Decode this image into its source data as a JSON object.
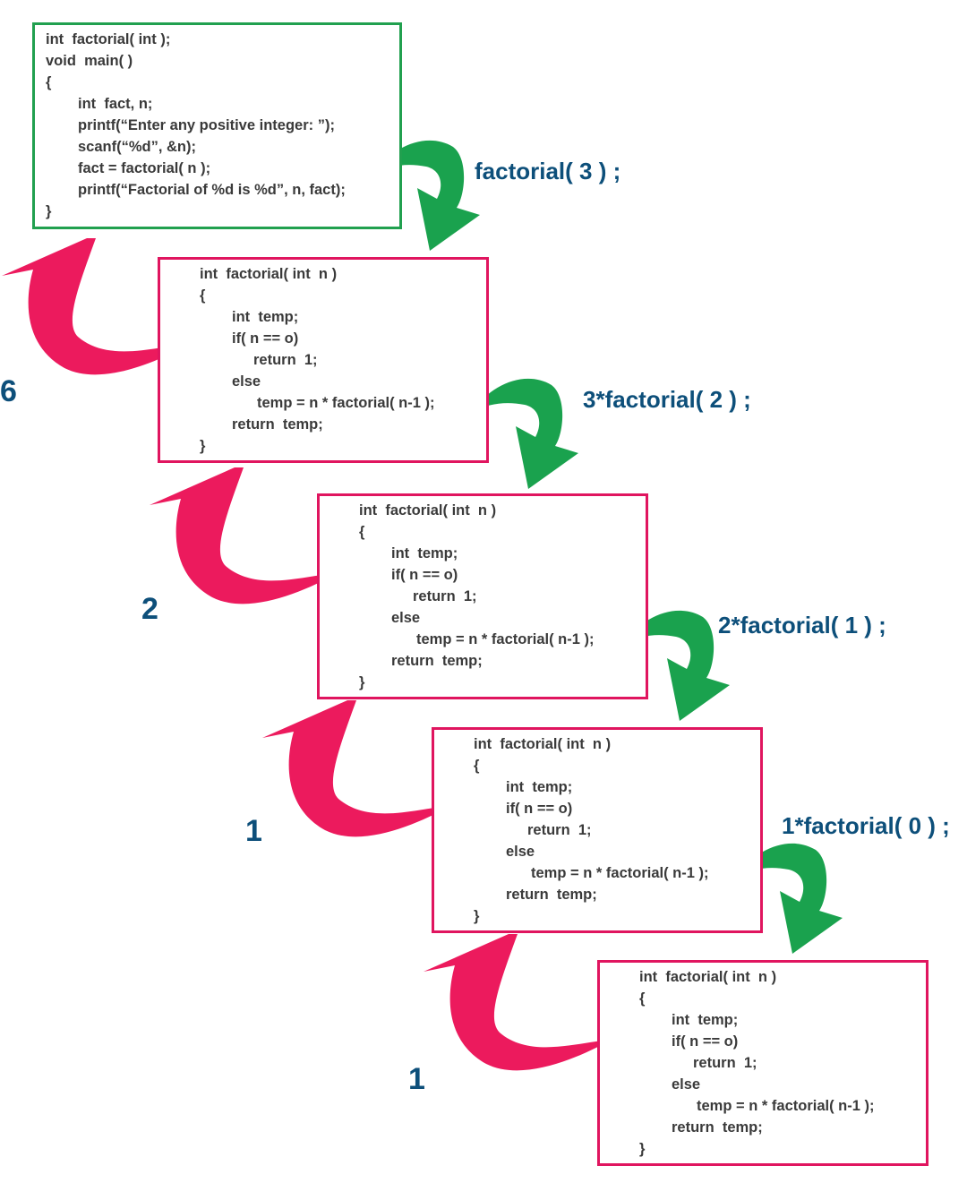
{
  "colors": {
    "call_arrow": "#1aa24e",
    "return_arrow": "#ec1a5d",
    "main_border": "#21a04f",
    "func_border": "#e0155f",
    "label_text": "#0d4f7a",
    "code_text": "#3a3a3a"
  },
  "main_block": {
    "lines": [
      "int  factorial( int );",
      "void  main( )",
      "{",
      "int  fact, n;",
      "printf(“Enter any positive integer: ”);",
      "scanf(“%d”, &n);",
      "fact = factorial( n );",
      "printf(“Factorial of %d is %d”, n, fact);",
      "}"
    ]
  },
  "function_block": {
    "lines": [
      "int  factorial( int  n )",
      "{",
      "int  temp;",
      "if( n == o)",
      "return  1;",
      "else",
      "temp = n * factorial( n-1 );",
      "return  temp;",
      "}"
    ]
  },
  "calls": [
    {
      "label": "factorial( 3 ) ;"
    },
    {
      "label": "3*factorial( 2 ) ;"
    },
    {
      "label": "2*factorial( 1 ) ;"
    },
    {
      "label": "1*factorial( 0 ) ;"
    }
  ],
  "returns": [
    {
      "value": "6"
    },
    {
      "value": "2"
    },
    {
      "value": "1"
    },
    {
      "value": "1"
    }
  ]
}
